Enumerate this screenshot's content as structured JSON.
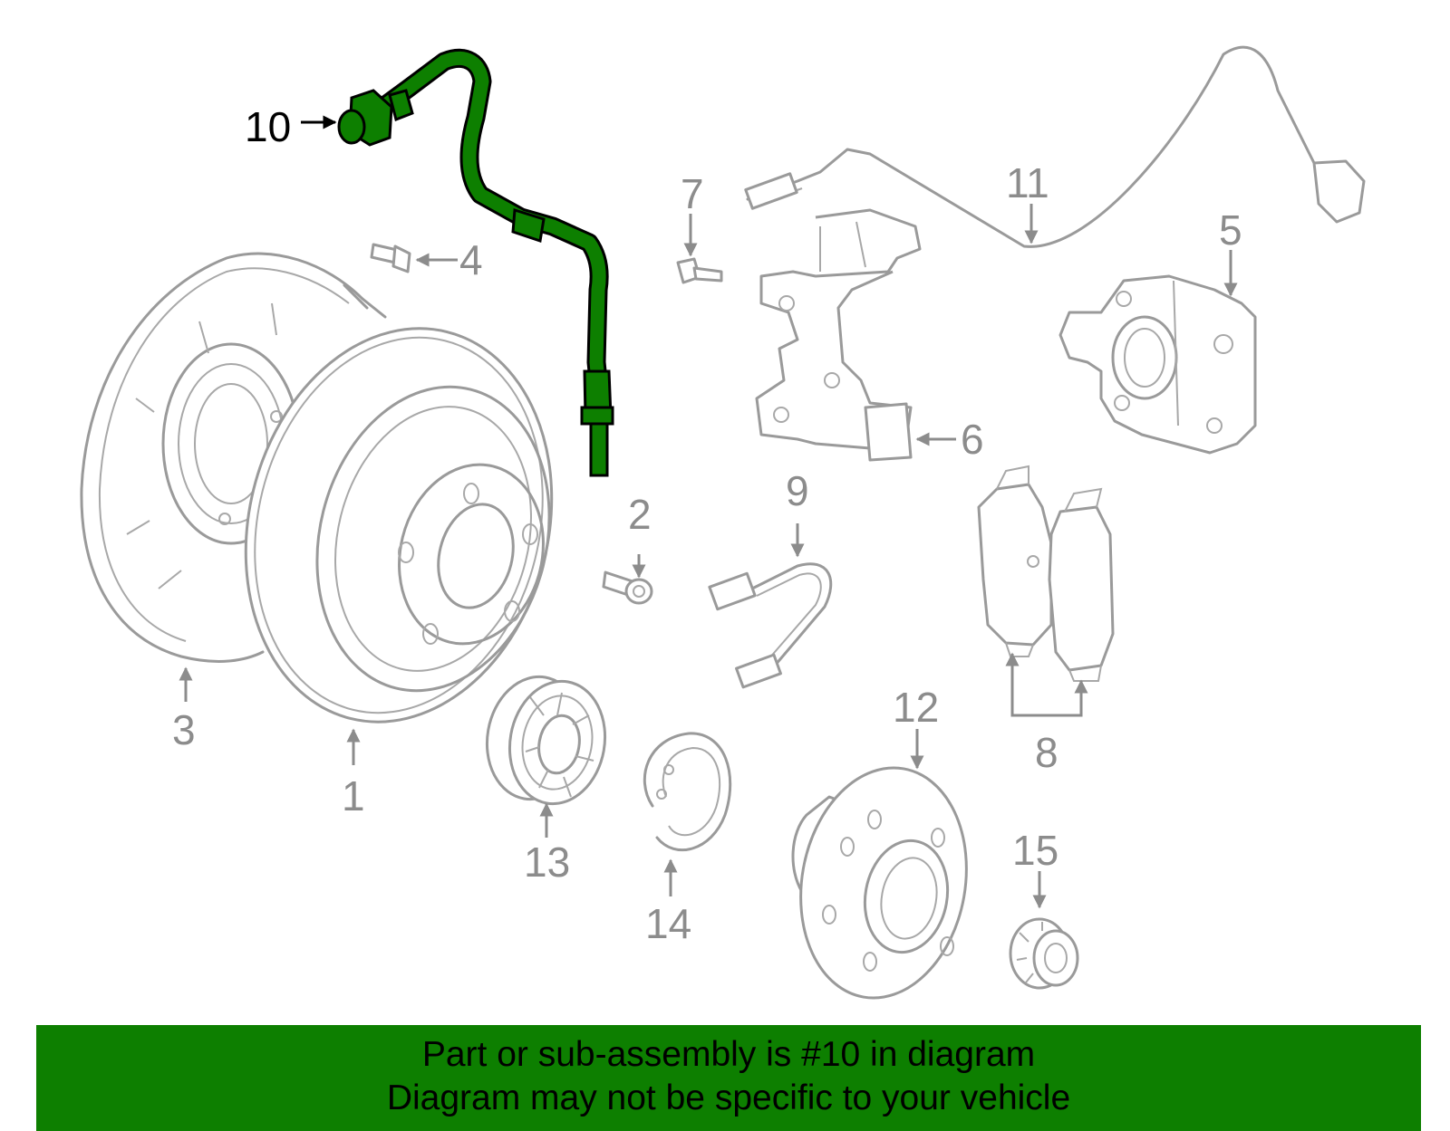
{
  "diagram": {
    "highlight_color": "#0d7f00",
    "callouts": {
      "c1": "1",
      "c2": "2",
      "c3": "3",
      "c4": "4",
      "c5": "5",
      "c6": "6",
      "c7": "7",
      "c8": "8",
      "c9": "9",
      "c10": "10",
      "c11": "11",
      "c12": "12",
      "c13": "13",
      "c14": "14",
      "c15": "15"
    }
  },
  "banner": {
    "color": "#0d7f00",
    "line1": "Part or sub-assembly is #10 in diagram",
    "line2": "Diagram may not be specific to your vehicle"
  }
}
